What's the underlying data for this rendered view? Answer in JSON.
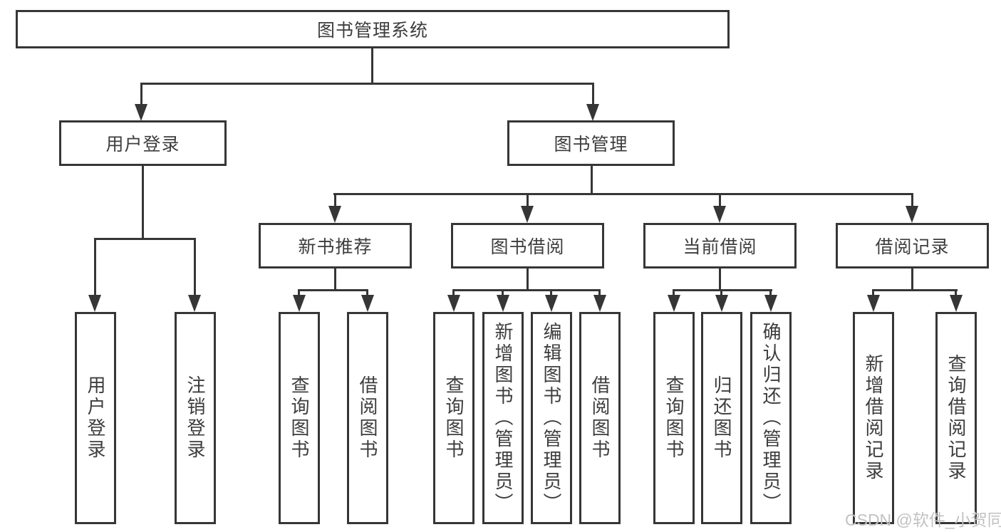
{
  "tree": {
    "root": "图书管理系统",
    "children": [
      {
        "label": "用户登录",
        "children": [
          "用户登录",
          "注销登录"
        ]
      },
      {
        "label": "图书管理",
        "children": [
          {
            "label": "新书推荐",
            "children": [
              "查询图书",
              "借阅图书"
            ]
          },
          {
            "label": "图书借阅",
            "children": [
              "查询图书",
              "新增图书（管理员）",
              "编辑图书（管理员）",
              "借阅图书"
            ]
          },
          {
            "label": "当前借阅",
            "children": [
              "查询图书",
              "归还图书",
              "确认归还（管理员）"
            ]
          },
          {
            "label": "借阅记录",
            "children": [
              "新增借阅记录",
              "查询借阅记录"
            ]
          }
        ]
      }
    ]
  },
  "watermark": {
    "text": "CSDN @软件_小贺同学"
  },
  "colors": {
    "line": "#363636",
    "text": "#3d3d3d",
    "watermark": "#c2c2c2",
    "background": "#ffffff"
  }
}
